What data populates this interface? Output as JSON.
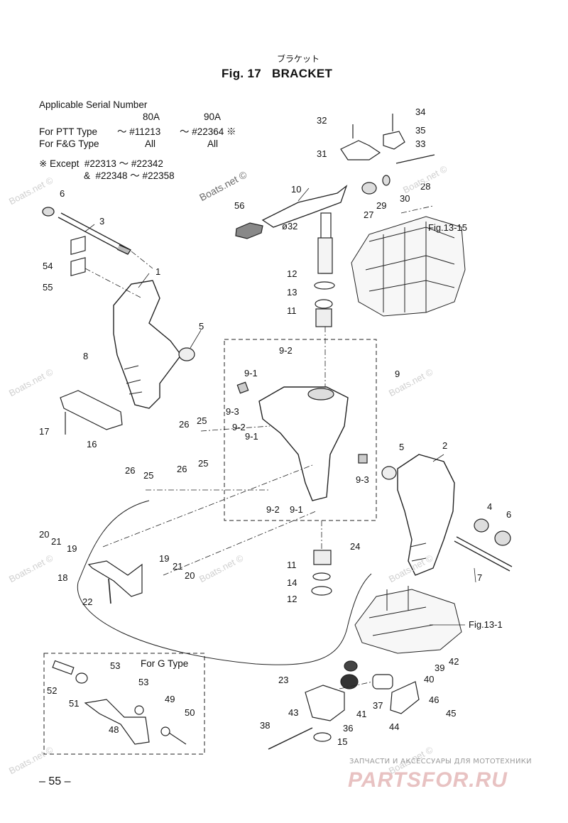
{
  "header": {
    "japanese_title": "ブラケット",
    "title": "Fig. 17   BRACKET"
  },
  "applicability": {
    "heading": "Applicable Serial Number",
    "col_80a": "80A",
    "col_90a": "90A",
    "ptt_label": "For PTT Type",
    "ptt_80a": "～ #11213",
    "ptt_90a": "～ #22364 ※",
    "fg_label": "For F&G Type",
    "fg_80a": "All",
    "fg_90a": "All",
    "except_line1": "※ Except  #22313 ～ #22342",
    "except_line2": "&  #22348 ～ #22358"
  },
  "figure_refs": {
    "fig_13_15": "Fig.13-15",
    "fig_13_1": "Fig.13-1",
    "dia_32": "ø32"
  },
  "g_type_box": {
    "title": "For G Type"
  },
  "part_labels": {
    "p1": "1",
    "p2": "2",
    "p3": "3",
    "p4": "4",
    "p5a": "5",
    "p5b": "5",
    "p6a": "6",
    "p6b": "6",
    "p7": "7",
    "p8": "8",
    "p9": "9",
    "p9_1a": "9-1",
    "p9_1b": "9-1",
    "p9_1c": "9-1",
    "p9_2a": "9-2",
    "p9_2b": "9-2",
    "p9_2c": "9-2",
    "p9_3a": "9-3",
    "p9_3b": "9-3",
    "p10": "10",
    "p11a": "11",
    "p11b": "11",
    "p12a": "12",
    "p12b": "12",
    "p13": "13",
    "p14": "14",
    "p15": "15",
    "p16": "16",
    "p17": "17",
    "p18": "18",
    "p19a": "19",
    "p19b": "19",
    "p20a": "20",
    "p20b": "20",
    "p21a": "21",
    "p21b": "21",
    "p22": "22",
    "p23": "23",
    "p24": "24",
    "p25a": "25",
    "p25b": "25",
    "p25c": "25",
    "p26a": "26",
    "p26b": "26",
    "p26c": "26",
    "p27": "27",
    "p28": "28",
    "p29": "29",
    "p30": "30",
    "p31": "31",
    "p32": "32",
    "p33": "33",
    "p34": "34",
    "p35": "35",
    "p36": "36",
    "p37": "37",
    "p38": "38",
    "p39": "39",
    "p40": "40",
    "p41": "41",
    "p42": "42",
    "p43": "43",
    "p44": "44",
    "p45": "45",
    "p46": "46",
    "p48": "48",
    "p49": "49",
    "p50": "50",
    "p51": "51",
    "p52": "52",
    "p53a": "53",
    "p53b": "53",
    "p54": "54",
    "p55": "55",
    "p56": "56"
  },
  "watermarks": {
    "boats_net": "Boats.net ©"
  },
  "footer": {
    "page_number": "– 55 –",
    "brand_tagline": "ЗАПЧАСТИ И АКСЕССУАРЫ ДЛЯ МОТОТЕХНИКИ",
    "brand_logo": "PARTSFOR.RU"
  }
}
